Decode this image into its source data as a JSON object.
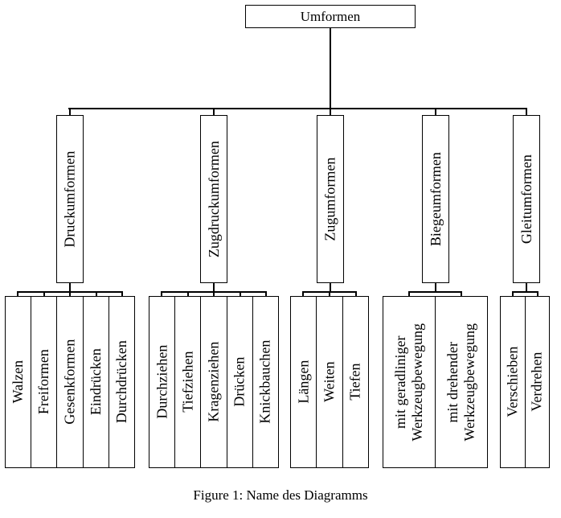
{
  "figure": {
    "root": {
      "label": "Umformen"
    },
    "caption": "Figure 1: Name des Diagramms",
    "colors": {
      "line": "#000000",
      "background": "#ffffff",
      "text": "#000000"
    },
    "groups": [
      {
        "label": "Druckumformen",
        "leaves": [
          {
            "lines": [
              "Walzen"
            ]
          },
          {
            "lines": [
              "Freiformen"
            ]
          },
          {
            "lines": [
              "Gesenkformen"
            ]
          },
          {
            "lines": [
              "Eindrücken"
            ]
          },
          {
            "lines": [
              "Durchdrücken"
            ]
          }
        ]
      },
      {
        "label": "Zugdruckumformen",
        "leaves": [
          {
            "lines": [
              "Durchziehen"
            ]
          },
          {
            "lines": [
              "Tiefziehen"
            ]
          },
          {
            "lines": [
              "Kragenziehen"
            ]
          },
          {
            "lines": [
              "Drücken"
            ]
          },
          {
            "lines": [
              "Knickbauchen"
            ]
          }
        ]
      },
      {
        "label": "Zugumformen",
        "leaves": [
          {
            "lines": [
              "Längen"
            ]
          },
          {
            "lines": [
              "Weiten"
            ]
          },
          {
            "lines": [
              "Tiefen"
            ]
          }
        ]
      },
      {
        "label": "Biegeumformen",
        "leaves": [
          {
            "lines": [
              "mit geradliniger",
              "Werkzeugbewegung"
            ]
          },
          {
            "lines": [
              "mit drehender",
              "Werkzeugbewegung"
            ]
          }
        ]
      },
      {
        "label": "Gleitumformen",
        "leaves": [
          {
            "lines": [
              "Verschieben"
            ]
          },
          {
            "lines": [
              "Verdrehen"
            ]
          }
        ]
      }
    ]
  }
}
